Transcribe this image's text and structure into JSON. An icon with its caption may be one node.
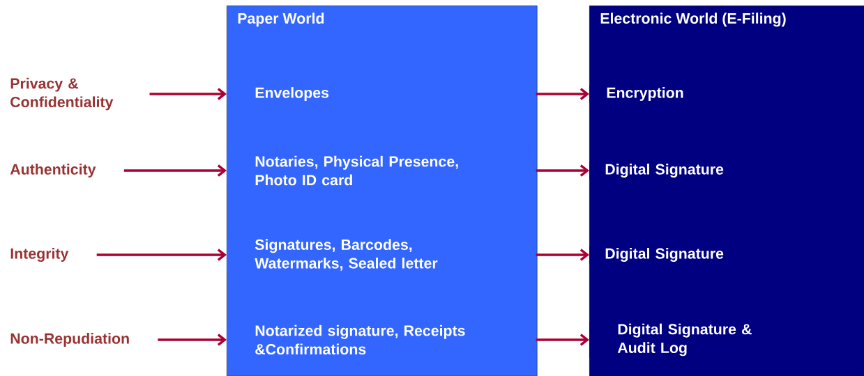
{
  "diagram": {
    "nodes": [
      {
        "text": [
          "Privacy & Confidentiality"
        ]
      },
      {
        "text": [
          "Authenticity"
        ]
      },
      {
        "text": [
          "Integrity"
        ]
      },
      {
        "text": [
          "Non-Repudiation"
        ]
      },
      {
        "text": [
          "Paper World"
        ]
      },
      {
        "text": [
          "Envelopes"
        ],
        "in": 4
      },
      {
        "text": [
          "Notaries, Physical Presence, Photo ID card"
        ],
        "in": 4
      },
      {
        "text": [
          "Signatures, Barcodes, Watermarks, Sealed letter"
        ],
        "in": 4
      },
      {
        "text": [
          "Notarized signature, Receipts &Confirmations"
        ],
        "in": 4
      },
      {
        "text": [
          "Electronic World (E-Filing)"
        ]
      },
      {
        "text": [
          "Encryption"
        ],
        "in": 9
      },
      {
        "text": [
          "Digital Signature"
        ],
        "in": 9
      },
      {
        "text": [
          "Digital Signature"
        ],
        "in": 9
      },
      {
        "text": [
          "Digital Signature & Audit Log"
        ],
        "in": 9
      }
    ],
    "edges": [
      {
        "from": 0,
        "to": 5,
        "arrow": "to"
      },
      {
        "from": 1,
        "to": 6,
        "arrow": "to"
      },
      {
        "from": 2,
        "to": 7,
        "arrow": "to"
      },
      {
        "from": 3,
        "to": 8,
        "arrow": "to"
      },
      {
        "from": 5,
        "to": 10,
        "arrow": "to"
      },
      {
        "from": 6,
        "to": 11,
        "arrow": "to"
      },
      {
        "from": 7,
        "to": 12,
        "arrow": "to"
      },
      {
        "from": 8,
        "to": 13,
        "arrow": "to"
      }
    ]
  }
}
